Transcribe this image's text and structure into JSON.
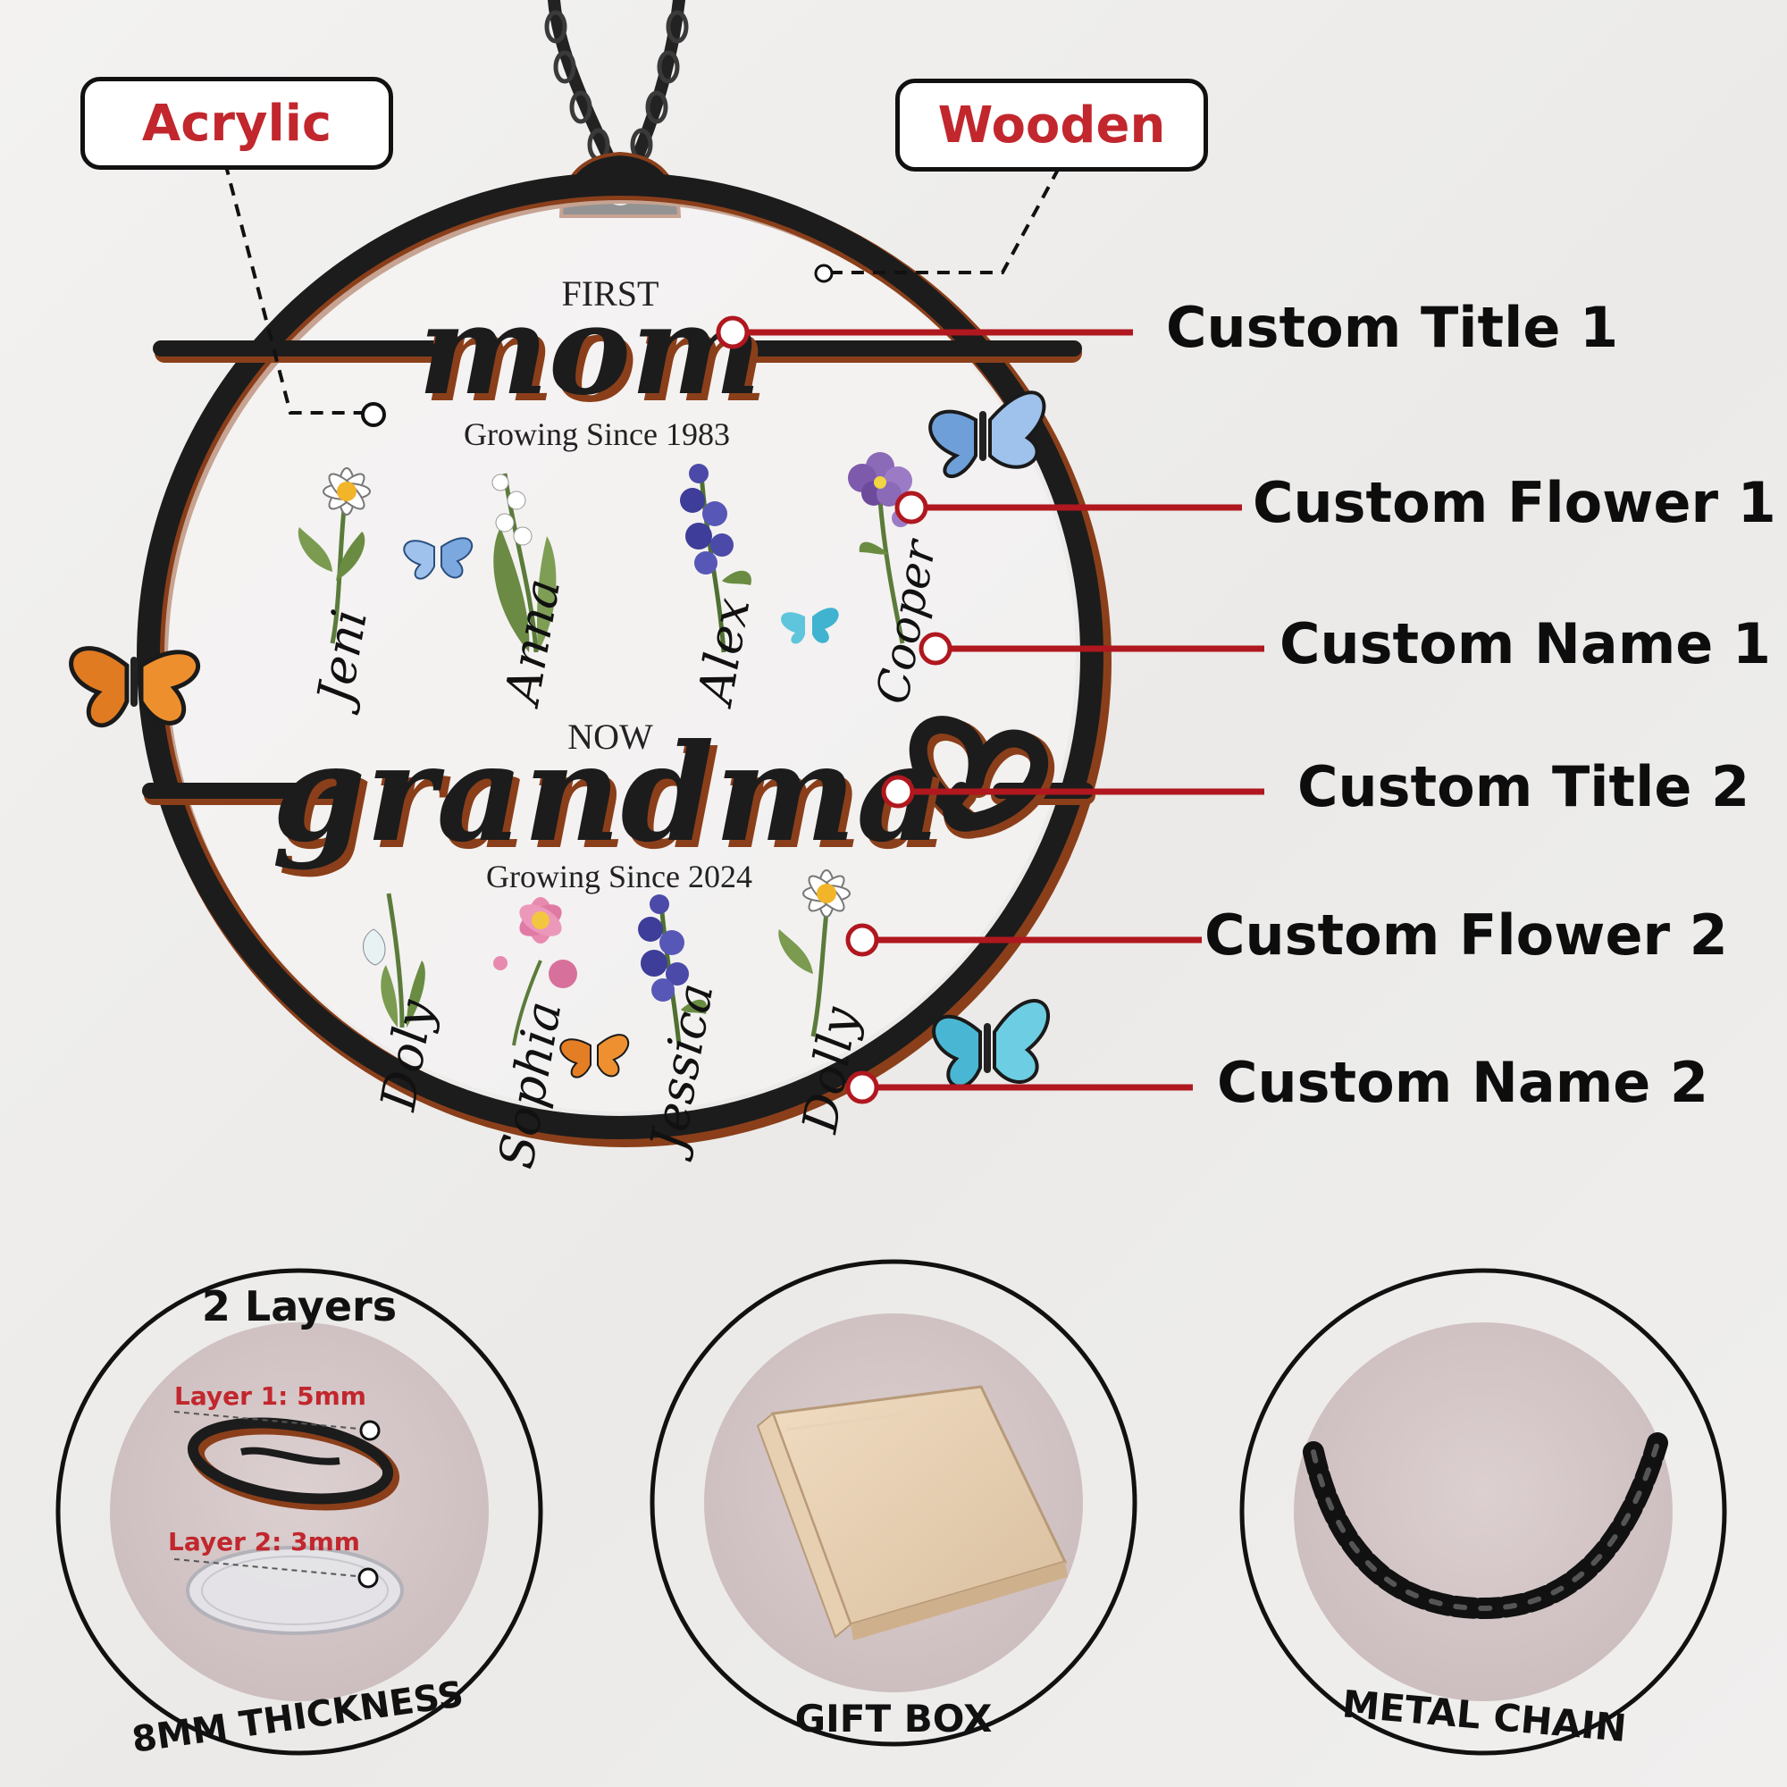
{
  "materials": {
    "acrylic": "Acrylic",
    "wooden": "Wooden"
  },
  "ornament": {
    "title1_top": "FIRST",
    "title1_main": "mom",
    "title1_sub": "Growing Since 1983",
    "title2_top": "NOW",
    "title2_main": "grandma",
    "title2_sub": "Growing Since 2024",
    "names_row1": [
      "Jeni",
      "Anna",
      "Alex",
      "Cooper"
    ],
    "names_row2": [
      "Doly",
      "Sophia",
      "Jessica",
      "Dolly"
    ]
  },
  "callouts": {
    "title1": "Custom Title 1",
    "flower1": "Custom Flower 1",
    "name1": "Custom Name 1",
    "title2": "Custom Title 2",
    "flower2": "Custom Flower 2",
    "name2": "Custom Name 2"
  },
  "features": {
    "layers_title": "2 Layers",
    "layer1": "Layer 1: 5mm",
    "layer2": "Layer 2: 3mm",
    "thickness": "8MM THICKNESS",
    "gift_box": "GIFT BOX",
    "metal_chain": "METAL CHAIN"
  },
  "colors": {
    "accent_red": "#c1272d",
    "line_red": "#b0171e",
    "frame_black": "#1c1c1c",
    "wood_brown": "#8a3f1a",
    "feature_bg": "#d4c5c6"
  }
}
